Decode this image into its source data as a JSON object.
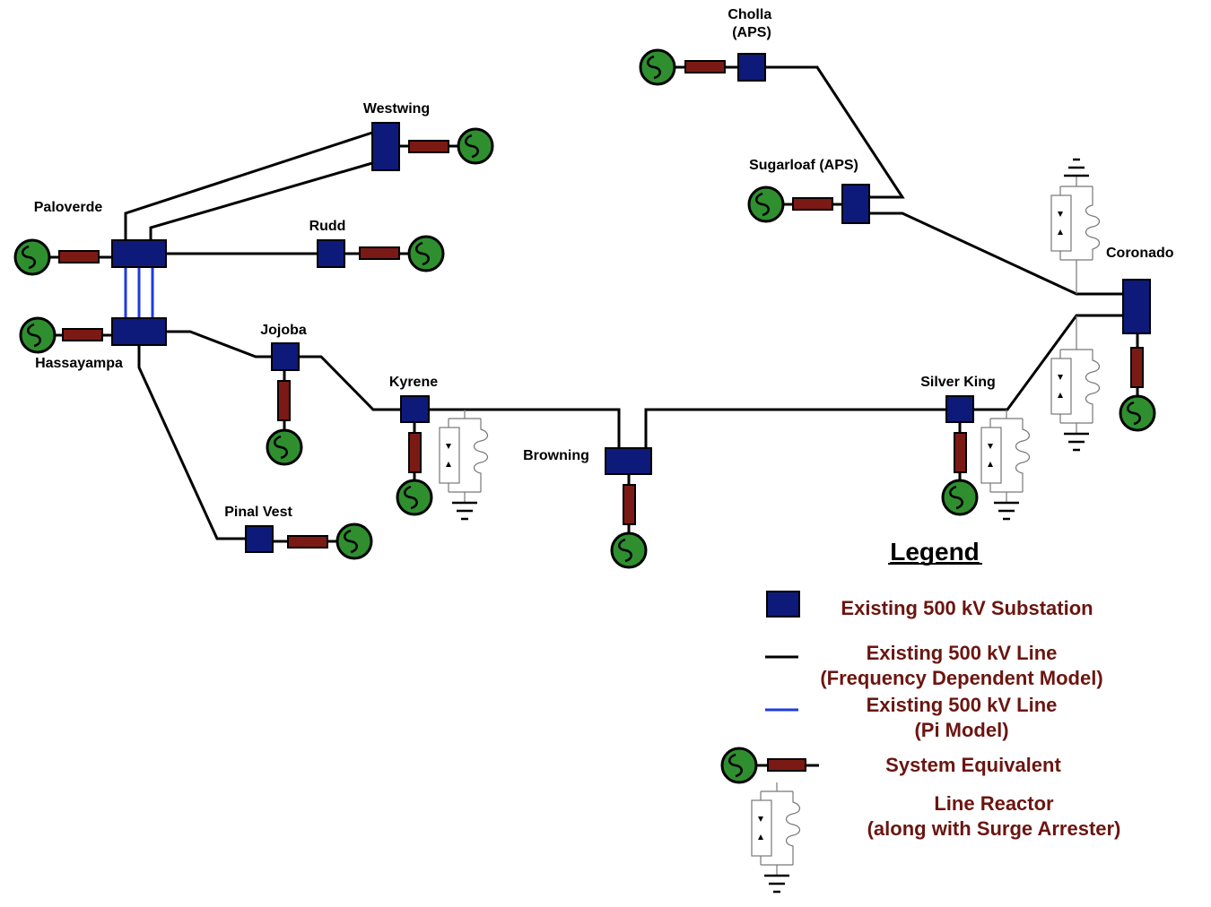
{
  "substations": {
    "cholla": "Cholla\n(APS)",
    "westwing": "Westwing",
    "sugarloaf": "Sugarloaf (APS)",
    "paloverde": "Paloverde",
    "rudd": "Rudd",
    "coronado": "Coronado",
    "hassayampa": "Hassayampa",
    "jojoba": "Jojoba",
    "kyrene": "Kyrene",
    "silver_king": "Silver King",
    "browning": "Browning",
    "pinal_vest": "Pinal Vest"
  },
  "legend": {
    "title": "Legend",
    "substation": "Existing 500 kV Substation",
    "line_fd_1": "Existing 500 kV Line",
    "line_fd_2": "(Frequency Dependent Model)",
    "line_pi_1": "Existing 500 kV Line",
    "line_pi_2": "(Pi Model)",
    "system_equivalent": "System Equivalent",
    "reactor_1": "Line Reactor",
    "reactor_2": "(along with Surge Arrester)"
  },
  "colors": {
    "substation": "#0d1a7a",
    "impedance": "#7b1a14",
    "generator": "#2f8f2f",
    "pi_line": "#1f3be0",
    "legend_text": "#6b1510"
  }
}
